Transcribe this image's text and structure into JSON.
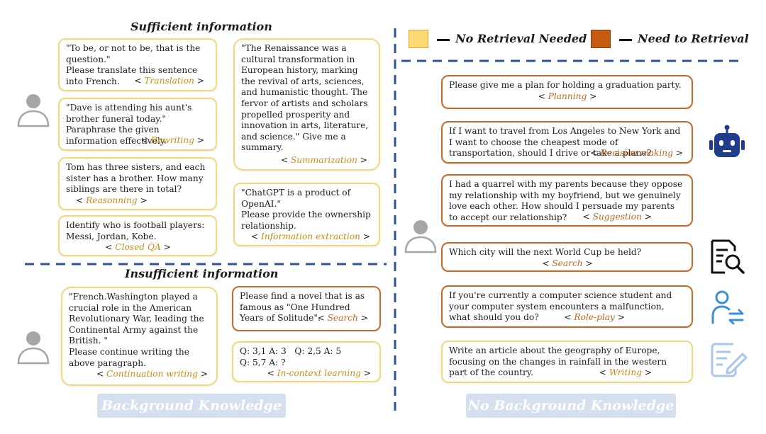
{
  "left": {
    "sufficient_title": "Sufficient information",
    "insufficient_title": "Insufficient information",
    "bottom_label": "Background Knowledge",
    "sufficient_boxes": [
      {
        "text": "\"To be, or not to be, that is the question.\"\nPlease translate this sentence into French.",
        "tag": "Translation",
        "tag_inline": true
      },
      {
        "text": "\"Dave is attending his aunt's brother funeral today.\"\nParaphrase the given information effectively.",
        "tag": "Rewriting",
        "tag_inline": true
      },
      {
        "text": "Tom has three sisters, and each sister has a brother. How many siblings are there in total?",
        "tag": "Reasonning"
      },
      {
        "text": "Identify who is football players: Messi, Jordan, Kobe.",
        "tag": "Closed QA"
      },
      {
        "text": "\"The Renaissance was a cultural transformation in European history, marking the revival of arts, sciences, and humanistic thought. The fervor of artists and scholars propelled prosperity and innovation in arts, literature, and science.\" Give me a summary.",
        "tag": "Summarization"
      },
      {
        "text": "\"ChatGPT is a product of OpenAI.\"\nPlease provide the ownership relationship.",
        "tag": "Information extraction"
      }
    ],
    "insufficient_boxes": [
      {
        "text": "\"French.Washington played a crucial role in the American Revolutionary War, leading the Continental Army against the British. \"\nPlease continue writing the above paragraph.",
        "tag": "Continuation writing"
      },
      {
        "text": "Please find a novel that is as famous as \"One Hundred Years of Solitude\".",
        "tag": "Search",
        "tag_inline": true
      },
      {
        "text": "Q: 3,1 A: 3   Q: 2,5 A: 5\nQ: 5,7 A: ?",
        "tag": "In-context learning"
      }
    ]
  },
  "legend": {
    "no_retrieval": "No Retrieval Needed",
    "need_retrieval": "Need to Retrieval",
    "yellow": "#fcd972",
    "orange": "#c55a11"
  },
  "right": {
    "bottom_label": "No Background Knowledge",
    "boxes": [
      {
        "text": "Please give me a plan for holding a graduation party.",
        "tag": "Planning"
      },
      {
        "text": "If I want to travel from Los Angeles to New York and I want to choose the cheapest mode of transportation, should I drive or take a plane?",
        "tag": "Decision making",
        "tag_inline": true
      },
      {
        "text": "I had a quarrel with my parents because they oppose my relationship with my boyfriend, but we genuinely love each other. How should I persuade my parents to accept our relationship?",
        "tag": "Suggestion",
        "tag_inline": true
      },
      {
        "text": "Which city will the next World Cup be held?",
        "tag": "Search"
      },
      {
        "text": "If you're currently a computer science student and your computer system encounters a malfunction, what should you do?",
        "tag": "Role-play",
        "tag_inline": true
      },
      {
        "text": "Write an article about the geography of Europe, focusing on the changes in rainfall in the western part of the country.",
        "tag": "Writing",
        "tag_inline": true
      }
    ],
    "icons": [
      "robot-icon",
      "document-search-icon",
      "user-swap-icon",
      "document-edit-icon"
    ]
  },
  "colors": {
    "dashed_line": "#2f5597",
    "yellow_border": "#f3d77a",
    "orange_border": "#c06a2b",
    "tag_yellow": "#c88c14",
    "tag_orange": "#c4651e"
  }
}
